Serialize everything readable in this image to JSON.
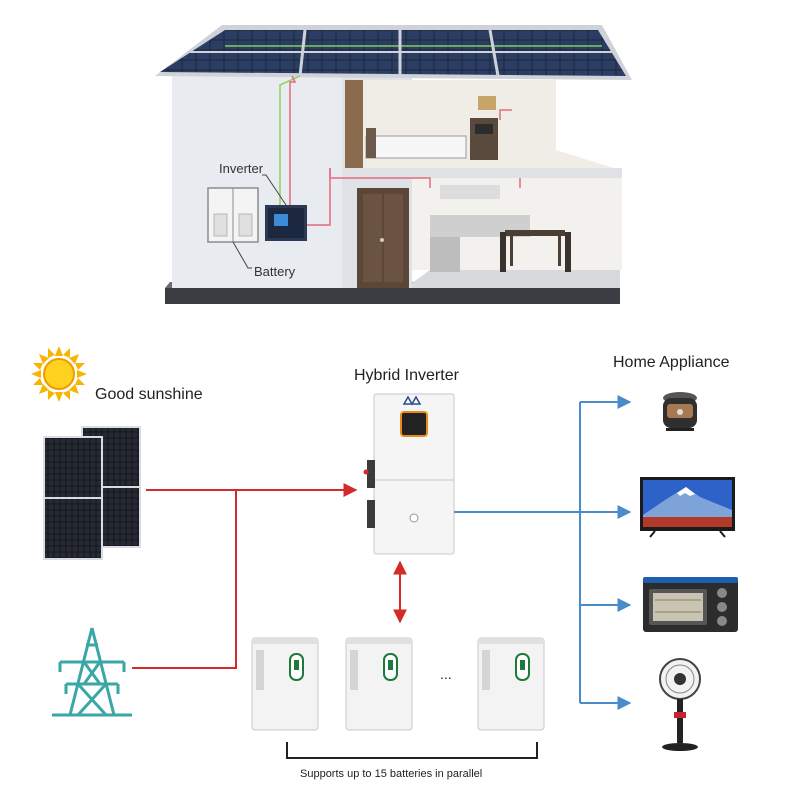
{
  "house": {
    "inverter_label": "Inverter",
    "battery_label": "Battery"
  },
  "sources": {
    "sun_label": "Good sunshine"
  },
  "inverter": {
    "title": "Hybrid Inverter"
  },
  "appliances": {
    "title": "Home Appliance",
    "items": [
      {
        "icon": "rice-cooker-icon"
      },
      {
        "icon": "tv-icon"
      },
      {
        "icon": "oven-icon"
      },
      {
        "icon": "fan-icon"
      }
    ]
  },
  "batteries": {
    "ellipsis": "...",
    "note": "Supports up to 15 batteries in parallel"
  },
  "colors": {
    "dc_line": "#d42a2a",
    "ac_line": "#4a8bc9",
    "grid_tower": "#3aa6a6",
    "sun": "#f7b500",
    "inverter_accent": "#e8891a",
    "battery_screen": "#1e7a3a"
  }
}
